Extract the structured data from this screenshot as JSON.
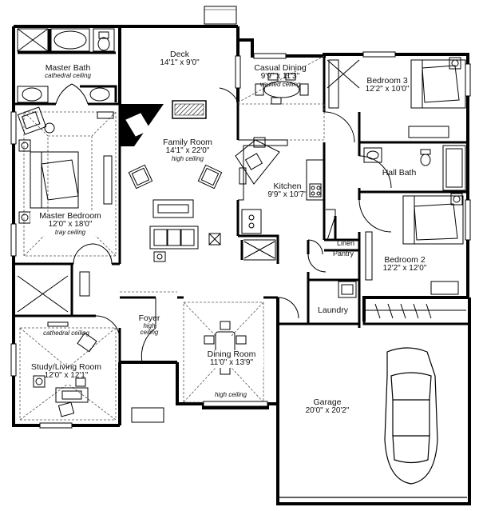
{
  "rooms": {
    "master_bath": {
      "name": "Master Bath",
      "note": "cathedral ceiling"
    },
    "deck": {
      "name": "Deck",
      "dims": "14'1\" x 9'0\""
    },
    "casual_dining": {
      "name": "Casual Dining",
      "dims": "9'9\" x 11'3\"",
      "note": "vaulted ceiling"
    },
    "bedroom3": {
      "name": "Bedroom 3",
      "dims": "12'2\" x 10'0\""
    },
    "family_room": {
      "name": "Family Room",
      "dims": "14'1\" x 22'0\"",
      "note": "high ceiling"
    },
    "hall_bath": {
      "name": "Hall Bath"
    },
    "kitchen": {
      "name": "Kitchen",
      "dims": "9'9\" x 10'7\""
    },
    "master_bedroom": {
      "name": "Master Bedroom",
      "dims": "12'0\" x 18'0\"",
      "note": "tray ceiling"
    },
    "linen": {
      "name": "Linen"
    },
    "pantry": {
      "name": "Pantry"
    },
    "bedroom2": {
      "name": "Bedroom 2",
      "dims": "12'2\" x 12'0\""
    },
    "foyer": {
      "name": "Foyer",
      "note1": "high",
      "note2": "ceiling"
    },
    "laundry": {
      "name": "Laundry"
    },
    "study": {
      "name": "Study/Living Room",
      "dims": "12'0\" x 12'1\"",
      "note": "cathedral ceiling"
    },
    "dining_room": {
      "name": "Dining Room",
      "dims": "11'0\" x 13'9\"",
      "note": "high ceiling"
    },
    "garage": {
      "name": "Garage",
      "dims": "20'0\" x 20'2\""
    }
  }
}
